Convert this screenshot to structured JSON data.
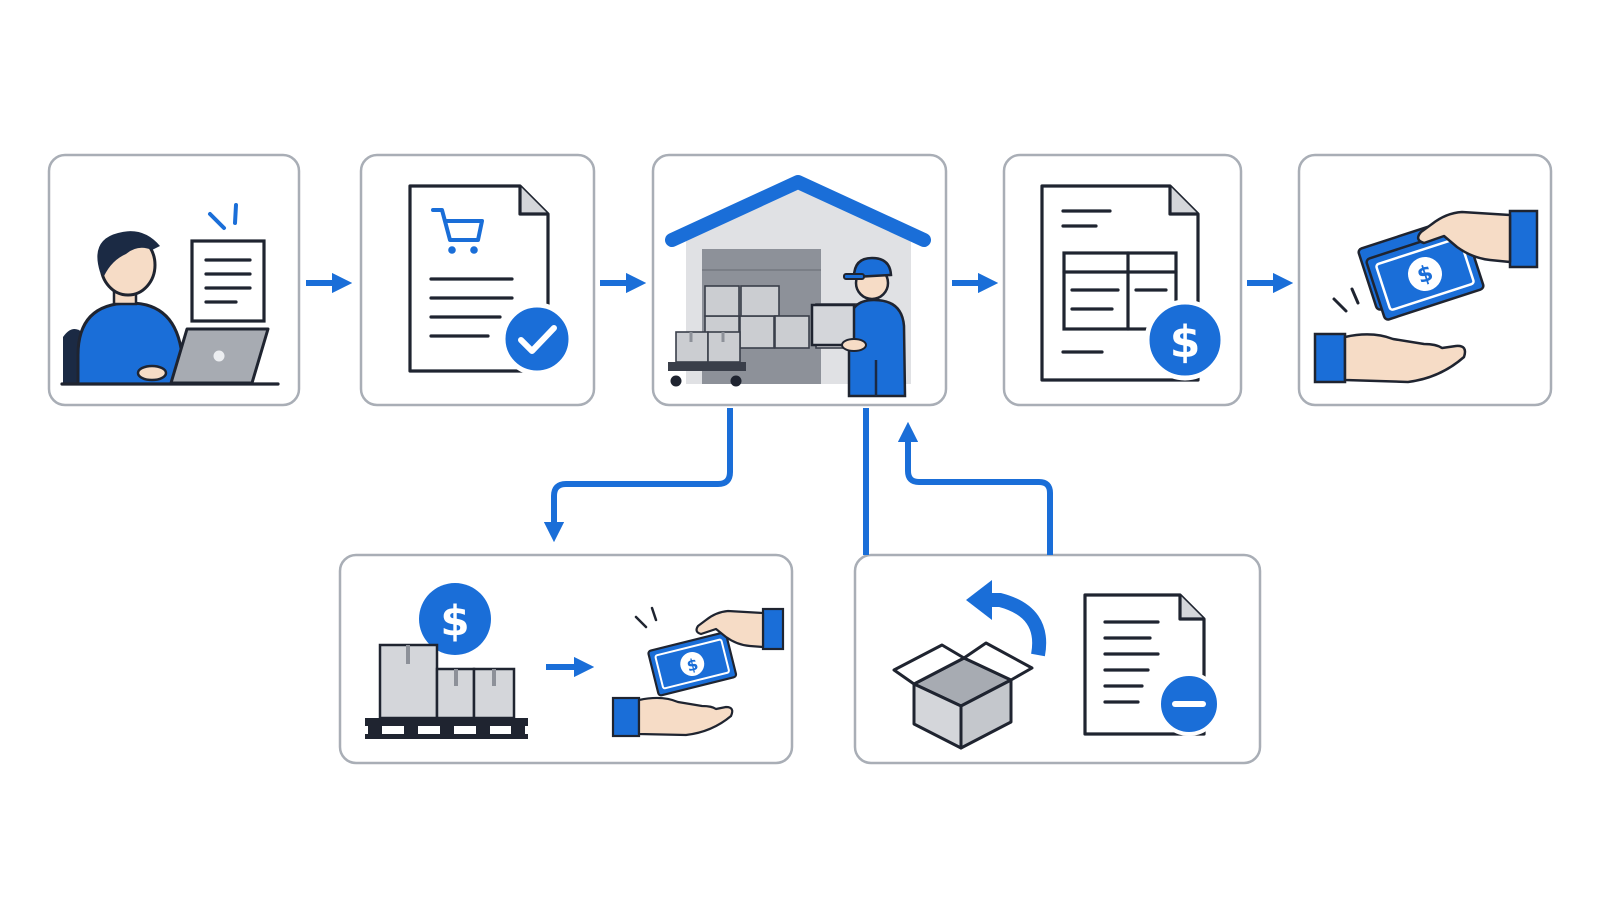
{
  "colors": {
    "accent": "#1a6ed8",
    "ink": "#1f2430",
    "box_border": "#a9aeb6",
    "gray_fill": "#d4d6da",
    "skin": "#f6dcc6"
  },
  "steps": [
    {
      "id": "customer-order",
      "icon": "customer-laptop-icon"
    },
    {
      "id": "purchase-order-approved",
      "icon": "order-document-check-icon"
    },
    {
      "id": "warehouse-fulfillment",
      "icon": "warehouse-worker-icon"
    },
    {
      "id": "invoice",
      "icon": "invoice-dollar-icon"
    },
    {
      "id": "payment-received",
      "icon": "cash-handover-icon"
    },
    {
      "id": "cash-on-delivery",
      "icon": "pallet-cash-icon"
    },
    {
      "id": "returns-credit-note",
      "icon": "return-box-credit-icon"
    }
  ],
  "symbols": {
    "currency": "$"
  }
}
